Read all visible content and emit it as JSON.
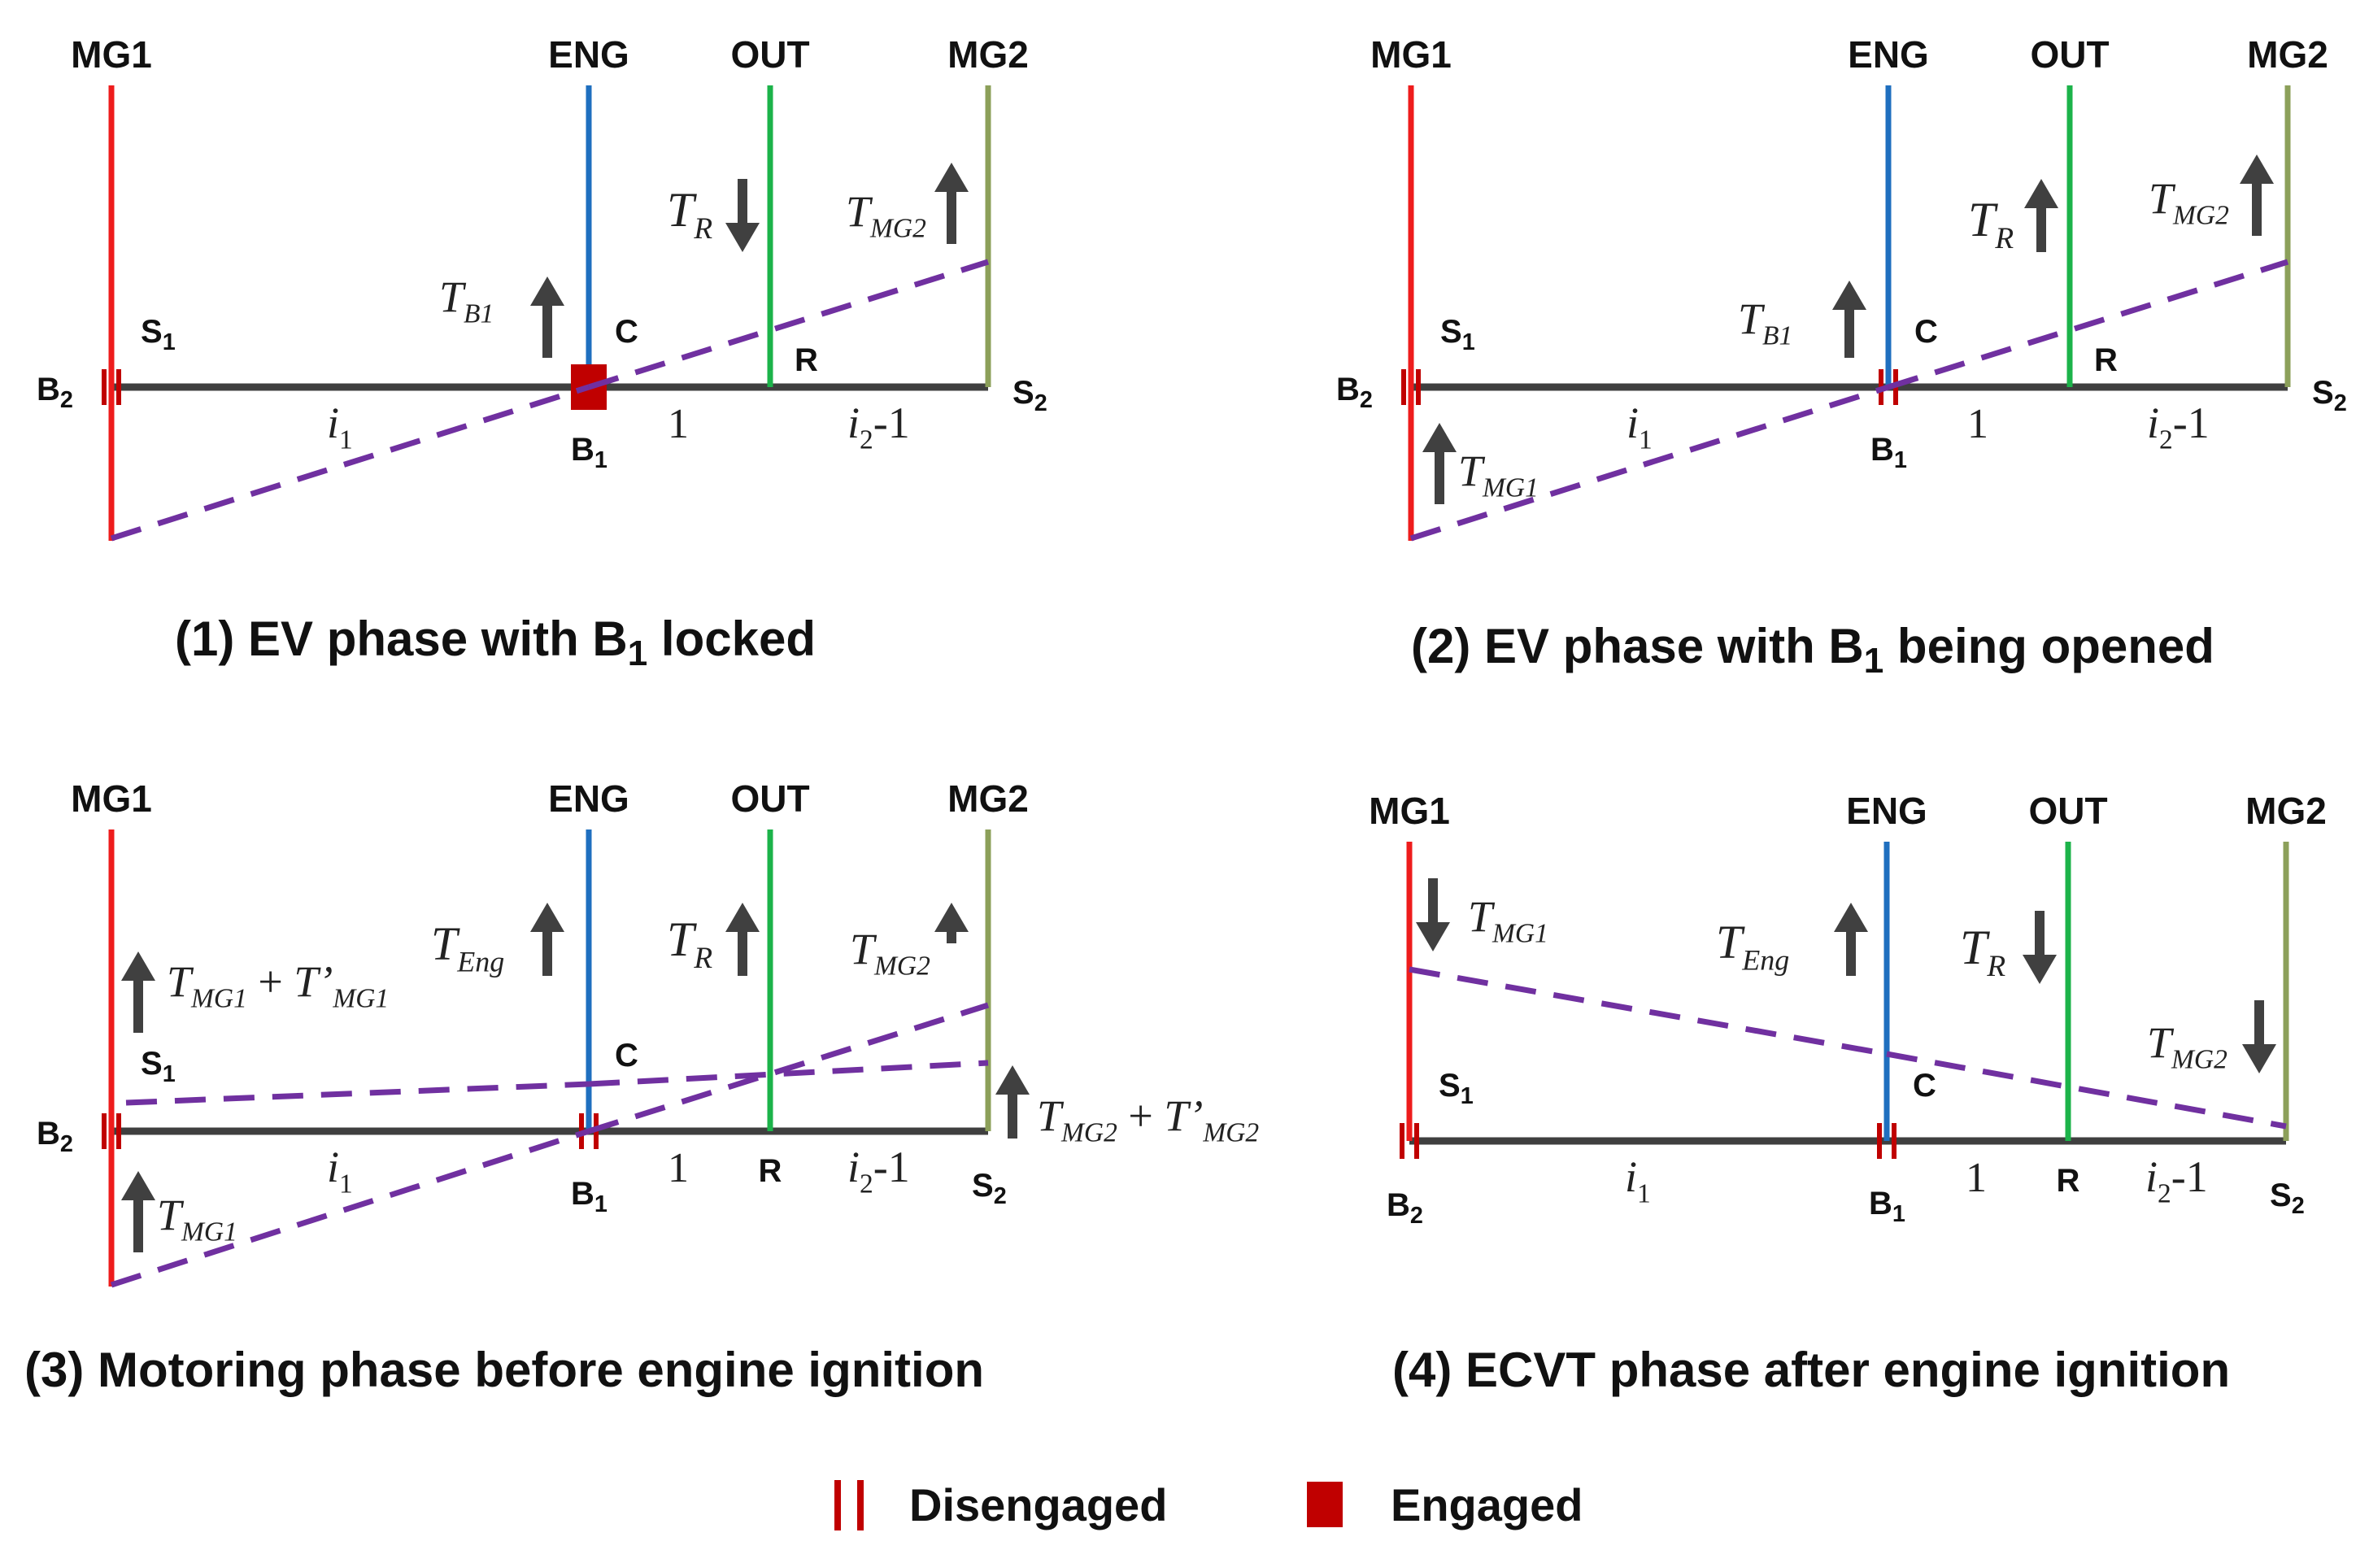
{
  "colors": {
    "mg1": "#ee1c1c",
    "eng": "#1f6fbf",
    "out": "#1cb34a",
    "mg2": "#8ca05a",
    "lever": "#3f3f3f",
    "speed_line": "#7030a0",
    "arrow": "#404040",
    "brake": "#c00000"
  },
  "labels": {
    "mg1": "MG1",
    "eng": "ENG",
    "out": "OUT",
    "mg2": "MG2",
    "s1": "S",
    "s2": "S",
    "b1": "B",
    "b2": "B",
    "sub1": "1",
    "sub2": "2",
    "c": "C",
    "r": "R",
    "one": "1",
    "i": "i",
    "minus1": "-1"
  },
  "torques": {
    "T": "T",
    "R": "R",
    "MG2": "MG2",
    "MG1": "MG1",
    "B1": "B1",
    "Eng": "Eng",
    "plus": "+",
    "prime": "T’"
  },
  "panels": [
    {
      "caption_pre": "(1) EV phase with B",
      "caption_sub": "1",
      "caption_post": " locked"
    },
    {
      "caption_pre": "(2) EV phase with B",
      "caption_sub": "1",
      "caption_post": " being opened"
    },
    {
      "caption_pre": "(3) Motoring phase before engine ignition",
      "caption_sub": "",
      "caption_post": ""
    },
    {
      "caption_pre": "(4) ECVT phase after engine ignition",
      "caption_sub": "",
      "caption_post": ""
    }
  ],
  "legend": {
    "disengaged": "Disengaged",
    "engaged": "Engaged"
  }
}
